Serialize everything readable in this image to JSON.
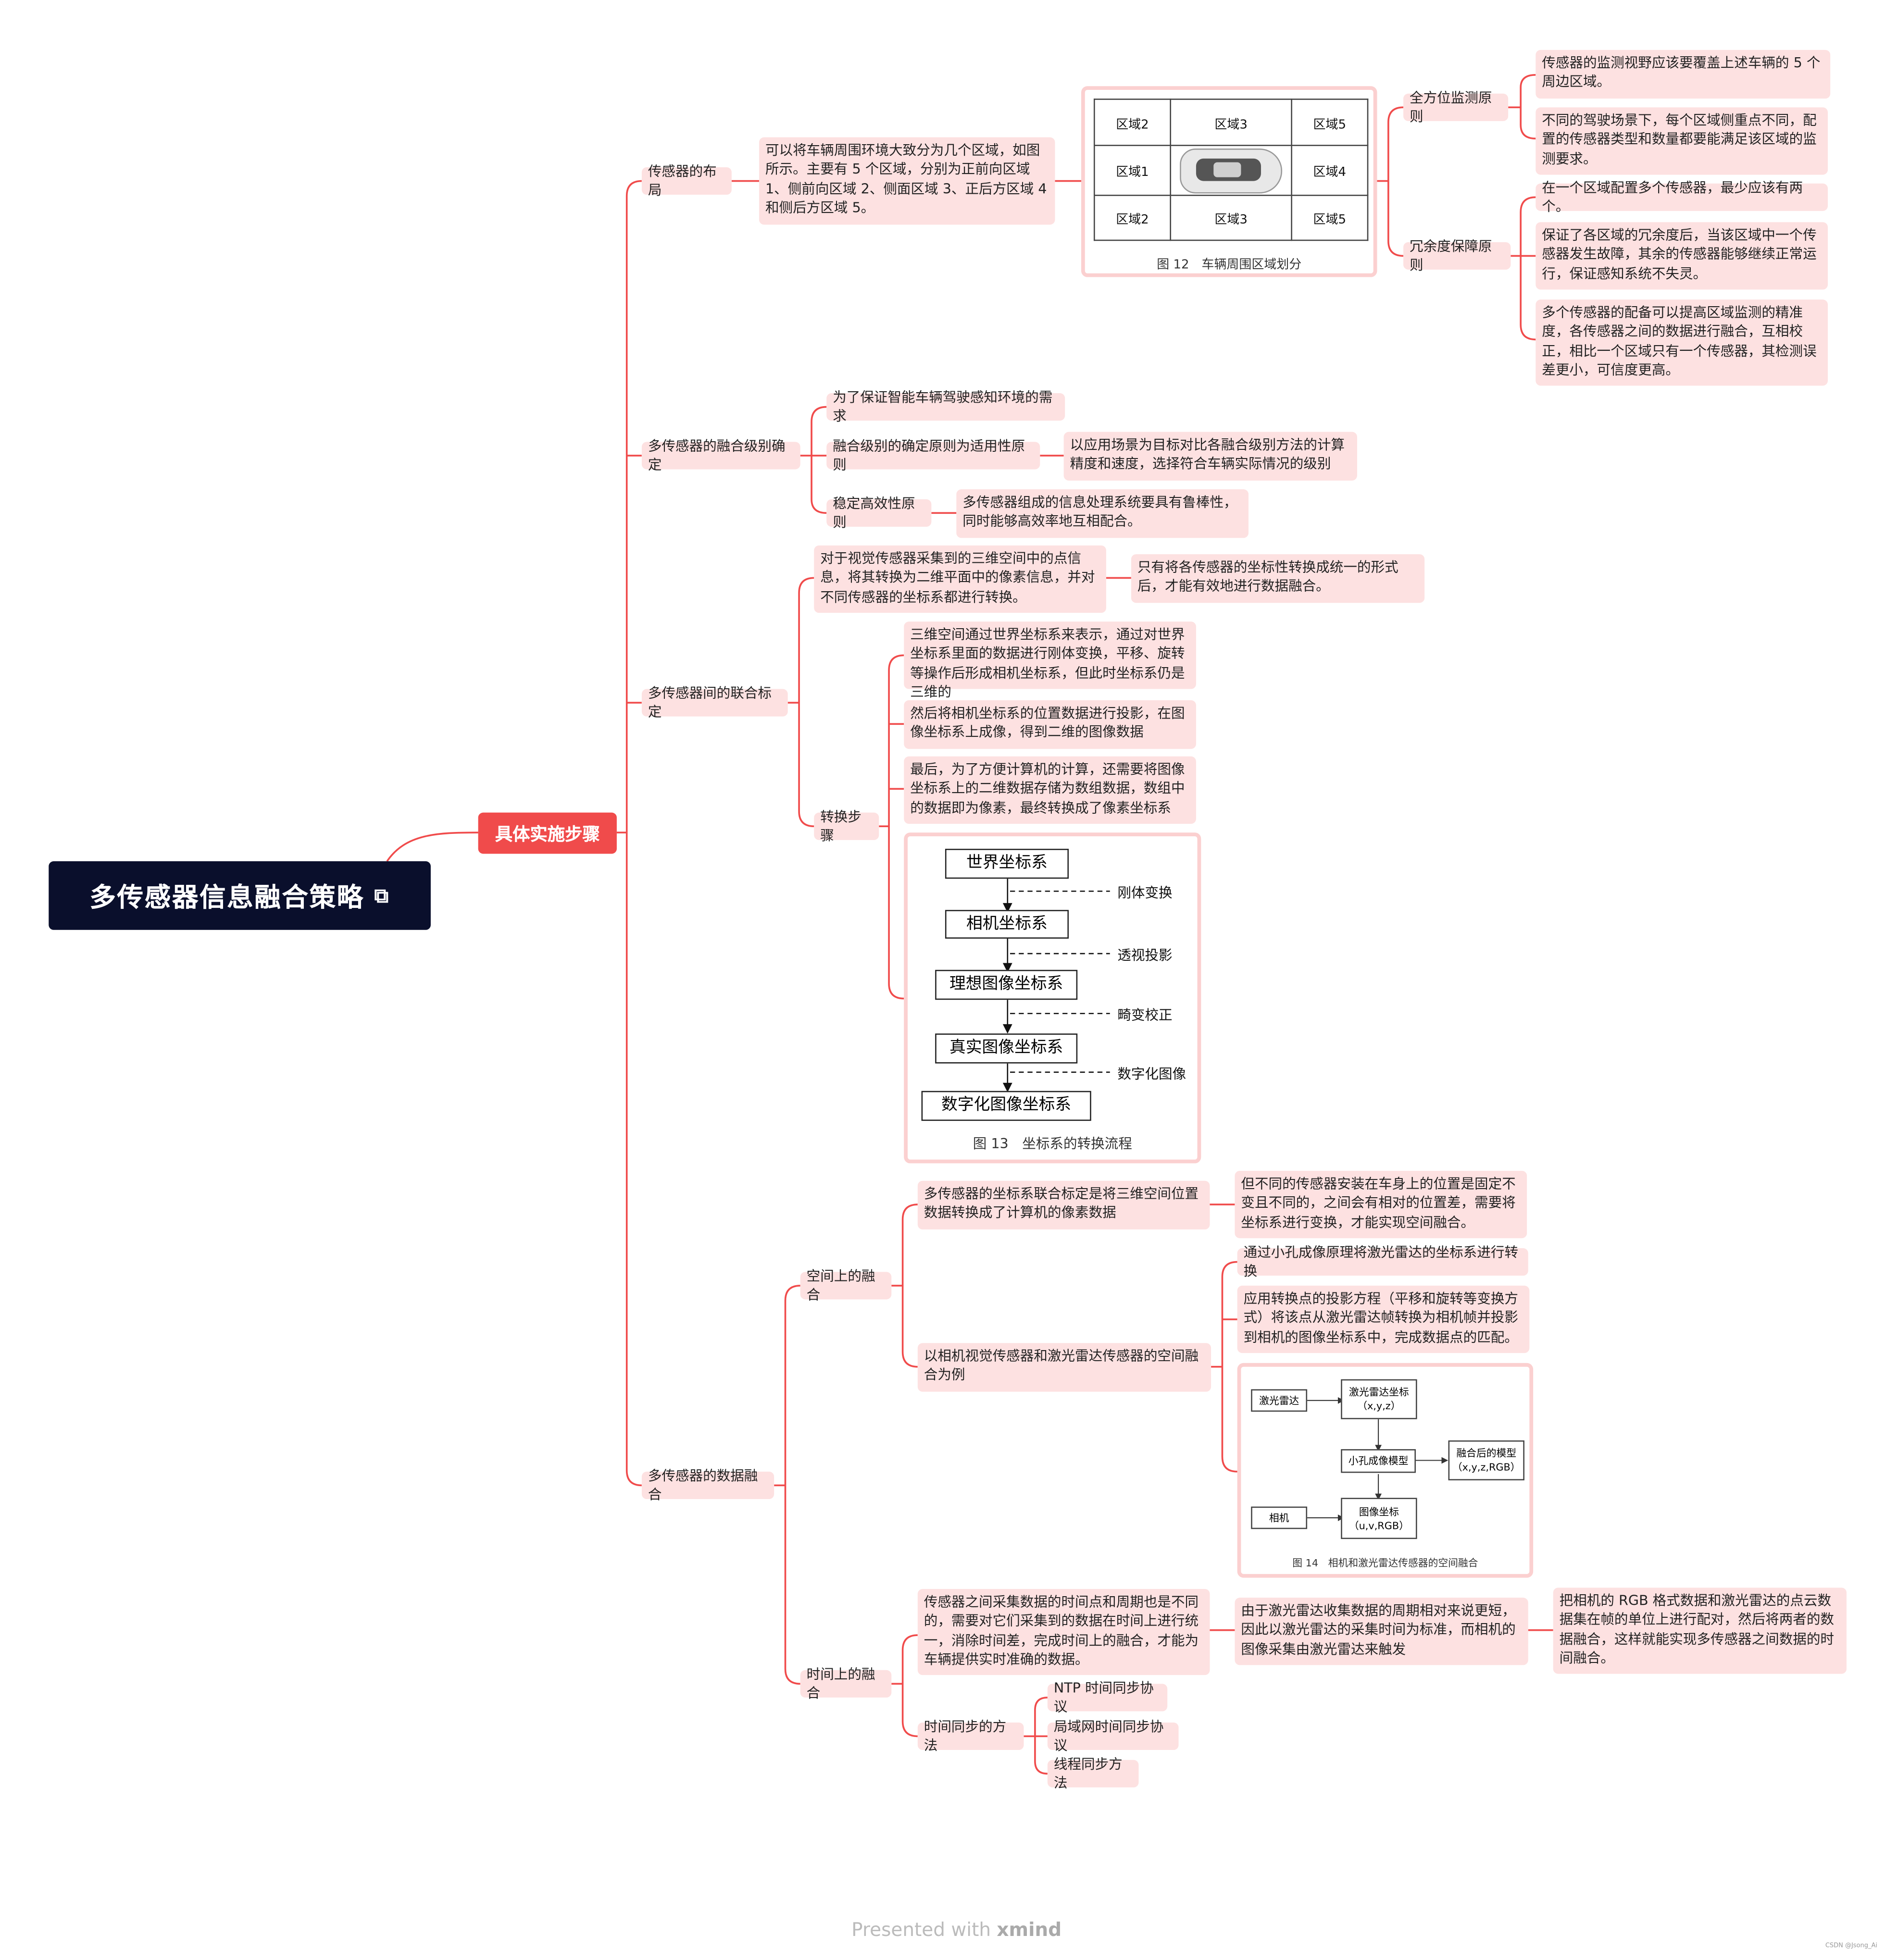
{
  "root": {
    "title": "多传感器信息融合策略",
    "icon": "link-copy-icon"
  },
  "level1": "具体实施步骤",
  "layout": {
    "title": "传感器的布局",
    "desc": "可以将车辆周围环境大致分为几个区域，如图所示。主要有 5 个区域，分别为正前向区域 1、侧前向区域 2、侧面区域 3、正后方区域 4 和侧后方区域 5。",
    "fig12": {
      "rows": [
        [
          "区域2",
          "区域3",
          "区域5"
        ],
        [
          "区域1",
          "",
          "区域4"
        ],
        [
          "区域2",
          "区域3",
          "区域5"
        ]
      ],
      "caption": "图 12　车辆周围区域划分"
    },
    "principle1": {
      "title": "全方位监测原则",
      "items": [
        "传感器的监测视野应该要覆盖上述车辆的 5 个周边区域。",
        "不同的驾驶场景下，每个区域侧重点不同，配置的传感器类型和数量都要能满足该区域的监测要求。"
      ]
    },
    "principle2": {
      "title": "冗余度保障原则",
      "items": [
        "在一个区域配置多个传感器，最少应该有两个。",
        "保证了各区域的冗余度后，当该区域中一个传感器发生故障，其余的传感器能够继续正常运行，保证感知系统不失灵。",
        "多个传感器的配备可以提高区域监测的精准度，各传感器之间的数据进行融合，互相校正，相比一个区域只有一个传感器，其检测误差更小，可信度更高。"
      ]
    }
  },
  "level": {
    "title": "多传感器的融合级别确定",
    "a": "为了保证智能车辆驾驶感知环境的需求",
    "b": "融合级别的确定原则为适用性原则",
    "b_detail": "以应用场景为目标对比各融合级别方法的计算精度和速度，选择符合车辆实际情况的级别",
    "c": "稳定高效性原则",
    "c_detail": "多传感器组成的信息处理系统要具有鲁棒性，同时能够高效率地互相配合。"
  },
  "calib": {
    "title": "多传感器间的联合标定",
    "a": "对于视觉传感器采集到的三维空间中的点信息，将其转换为二维平面中的像素信息，并对不同传感器的坐标系都进行转换。",
    "a_detail": "只有将各传感器的坐标性转换成统一的形式后，才能有效地进行数据融合。",
    "steps_title": "转换步骤",
    "steps": [
      "三维空间通过世界坐标系来表示，通过对世界坐标系里面的数据进行刚体变换，平移、旋转等操作后形成相机坐标系，但此时坐标系仍是三维的",
      "然后将相机坐标系的位置数据进行投影，在图像坐标系上成像，得到二维的图像数据",
      "最后，为了方便计算机的计算，还需要将图像坐标系上的二维数据存储为数组数据，数组中的数据即为像素，最终转换成了像素坐标系"
    ],
    "fig13": {
      "boxes": [
        "世界坐标系",
        "相机坐标系",
        "理想图像坐标系",
        "真实图像坐标系",
        "数字化图像坐标系"
      ],
      "labels": [
        "刚体变换",
        "透视投影",
        "畸变校正",
        "数字化图像"
      ],
      "caption": "图 13　坐标系的转换流程"
    }
  },
  "fusion": {
    "title": "多传感器的数据融合",
    "space": {
      "title": "空间上的融合",
      "a": "多传感器的坐标系联合标定是将三维空间位置数据转换成了计算机的像素数据",
      "a_detail": "但不同的传感器安装在车身上的位置是固定不变且不同的，之间会有相对的位置差，需要将坐标系进行变换，才能实现空间融合。",
      "b": "以相机视觉传感器和激光雷达传感器的空间融合为例",
      "b_items": [
        "通过小孔成像原理将激光雷达的坐标系进行转换",
        "应用转换点的投影方程（平移和旋转等变换方式）将该点从激光雷达帧转换为相机帧并投影到相机的图像坐标系中，完成数据点的匹配。"
      ],
      "fig14": {
        "lidar": "激光雷达",
        "lidar_coord": [
          "激光雷达坐标",
          "（x,y,z）"
        ],
        "pinhole": "小孔成像模型",
        "fused": [
          "融合后的模型",
          "（x,y,z,RGB）"
        ],
        "camera": "相机",
        "image_coord": [
          "图像坐标",
          "（u,v,RGB）"
        ],
        "caption": "图 14　相机和激光雷达传感器的空间融合"
      }
    },
    "time": {
      "title": "时间上的融合",
      "a": "传感器之间采集数据的时间点和周期也是不同的，需要对它们采集到的数据在时间上进行统一，消除时间差，完成时间上的融合，才能为车辆提供实时准确的数据。",
      "a_detail": "由于激光雷达收集数据的周期相对来说更短，因此以激光雷达的采集时间为标准，而相机的图像采集由激光雷达来触发",
      "a_detail2": "把相机的 RGB 格式数据和激光雷达的点云数据集在帧的单位上进行配对，然后将两者的数据融合，这样就能实现多传感器之间数据的时间融合。",
      "methods_title": "时间同步的方法",
      "methods": [
        "NTP 时间同步协议",
        "局域网时间同步协议",
        "线程同步方法"
      ]
    }
  },
  "footer": {
    "prefix": "Presented with ",
    "brand": "xmind"
  },
  "watermark": "CSDN @Jsong_Ai",
  "colors": {
    "root_bg": "#0a0f2c",
    "accent": "#f04b4b",
    "node_bg": "#fde1e1",
    "line": "#f04b4b"
  }
}
